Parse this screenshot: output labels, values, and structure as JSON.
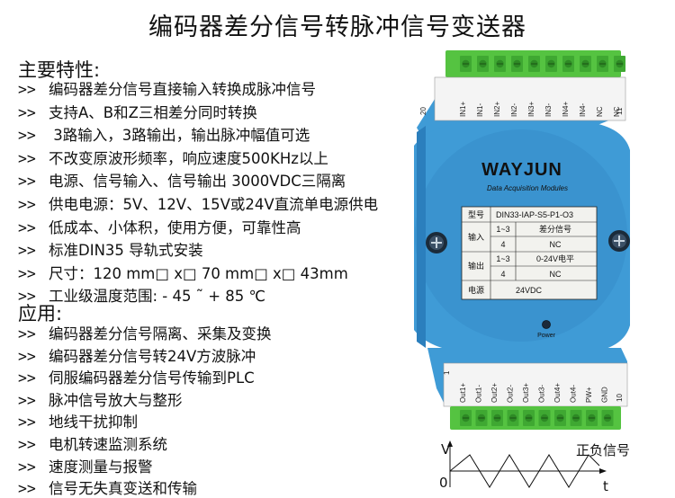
{
  "title": "编码器差分信号转脉冲信号变送器",
  "features": {
    "heading": "主要特性:",
    "prefix": ">>",
    "items": [
      "编码器差分信号直接输入转换成脉冲信号",
      "支持A、B和Z三相差分同时转换",
      " 3路输入，3路输出，输出脉冲幅值可选",
      "不改变原波形频率，响应速度500KHz以上",
      "电源、信号输入、信号输出 3000VDC三隔离",
      "供电电源：5V、12V、15V或24V直流单电源供电",
      "低成本、小体积，使用方便，可靠性高",
      "标准DIN35 导轨式安装",
      "尺寸：120 mm□ x□ 70 mm□ x□ 43mm",
      "工业级温度范围: - 45 ˜ + 85 ℃"
    ]
  },
  "applications": {
    "heading": "应用:",
    "prefix": ">>",
    "items": [
      "编码器差分信号隔离、采集及变换",
      "编码器差分信号转24V方波脉冲",
      "伺服编码器差分信号传输到PLC",
      "脉冲信号放大与整形",
      "地线干扰抑制",
      "电机转速监测系统",
      "速度测量与报警",
      "信号无失真变送和传输"
    ]
  },
  "device": {
    "brand": "WAYJUN",
    "subtitle": "Data Acquisition Modules",
    "top_pin_start": "20",
    "top_pin_end": "11",
    "top_pins": [
      "IN1+",
      "IN1-",
      "IN2+",
      "IN2-",
      "IN3+",
      "IN3-",
      "IN4+",
      "IN4-",
      "NC",
      "NC"
    ],
    "bottom_pin_start": "1",
    "bottom_pin_end": "10",
    "bottom_pins": [
      "Out1+",
      "Out1-",
      "Out2+",
      "Out2-",
      "Out3+",
      "Out3-",
      "Out4+",
      "Out4-",
      "PW+",
      "GND"
    ],
    "spec": {
      "model_label": "型号",
      "model": "DIN33-IAP-S5-P1-O3",
      "input_label": "输入",
      "input_rows": [
        [
          "1~3",
          "差分信号"
        ],
        [
          "4",
          "NC"
        ]
      ],
      "output_label": "输出",
      "output_rows": [
        [
          "1~3",
          "0-24V电平"
        ],
        [
          "4",
          "NC"
        ]
      ],
      "power_label": "电源",
      "power": "24VDC"
    },
    "power_led_label": "Power",
    "colors": {
      "body": "#3f9bd6",
      "body_dark": "#2b7fbd",
      "terminal": "#55c341",
      "label_bg": "#f2f2ee"
    }
  },
  "waveform": {
    "y_label": "V",
    "x_label": "t",
    "origin_label": "0",
    "legend": "正负信号"
  }
}
